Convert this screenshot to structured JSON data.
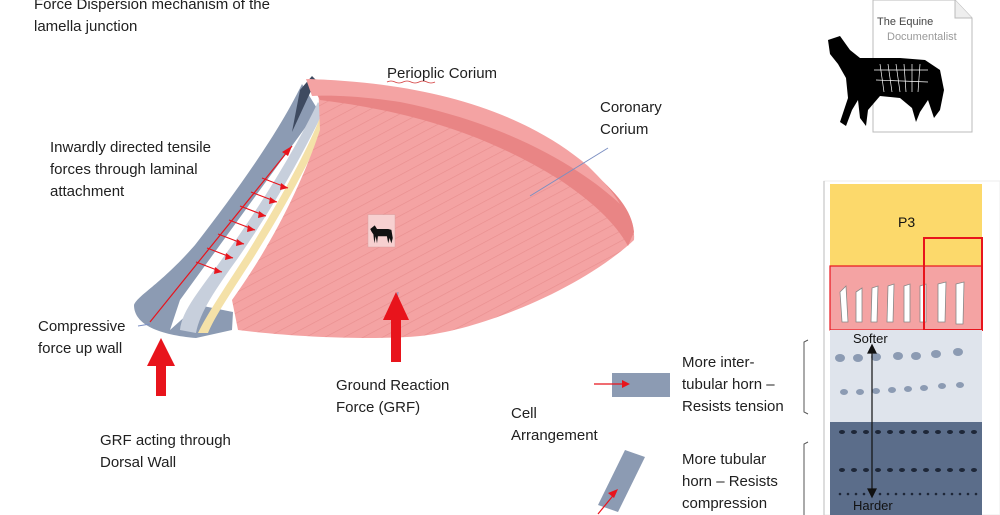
{
  "title": {
    "line1": "Force Dispersion mechanism of the",
    "line2": "lamella junction"
  },
  "labels": {
    "periopic_corium": "Perioplic Corium",
    "coronary_corium_1": "Coronary",
    "coronary_corium_2": "Corium",
    "tensile_1": "Inwardly directed tensile",
    "tensile_2": "forces through laminal",
    "tensile_3": "attachment",
    "compressive_1": "Compressive",
    "compressive_2": "force up wall",
    "grf_1": "Ground Reaction",
    "grf_2": "Force (GRF)",
    "grf_dorsal_1": "GRF acting through",
    "grf_dorsal_2": "Dorsal Wall",
    "cell_1": "Cell",
    "cell_2": "Arrangement",
    "inter_1": "More inter-",
    "inter_2": "tubular horn –",
    "inter_3": "Resists tension",
    "tubular_1": "More tubular",
    "tubular_2": "horn – Resists",
    "tubular_3": "compression"
  },
  "logo": {
    "line1": "The Equine",
    "line2": "Documentalist"
  },
  "inset": {
    "p3": "P3",
    "softer": "Softer",
    "harder": "Harder"
  },
  "colors": {
    "corium": "#f4a3a3",
    "corium_dark": "#e67d7d",
    "wall": "#8c9bb3",
    "wall_light": "#c7cfdc",
    "arrow": "#e8141c",
    "p3": "#fcd96b",
    "inset_dark": "#5b6d8a"
  }
}
